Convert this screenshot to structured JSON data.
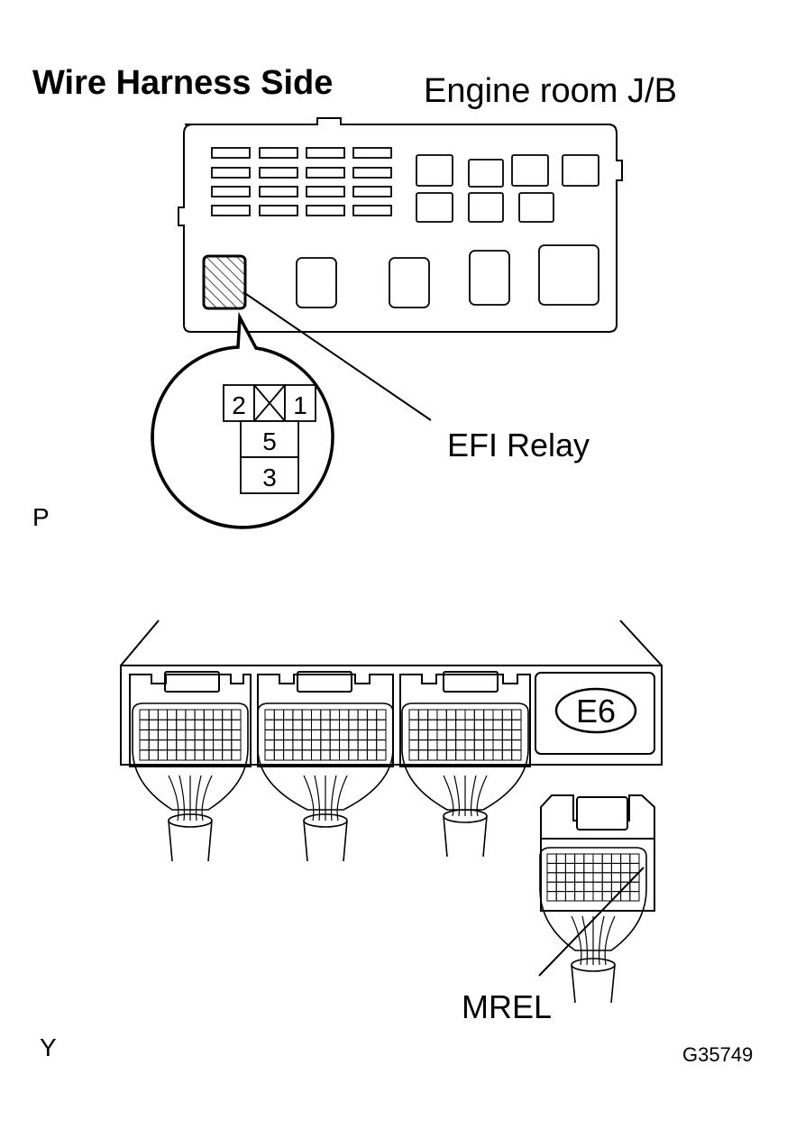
{
  "header": {
    "title": "Wire Harness Side",
    "location": "Engine room J/B"
  },
  "relay": {
    "name": "EFI Relay",
    "pins_row_top": [
      "2",
      "",
      "1"
    ],
    "pins_col": [
      "5",
      "3"
    ]
  },
  "ecu": {
    "connector_code": "E6",
    "terminal": "MREL"
  },
  "markers": {
    "top": "P",
    "bottom": "Y"
  },
  "figure_id": "G35749",
  "colors": {
    "line": "#000000",
    "background": "#ffffff"
  }
}
